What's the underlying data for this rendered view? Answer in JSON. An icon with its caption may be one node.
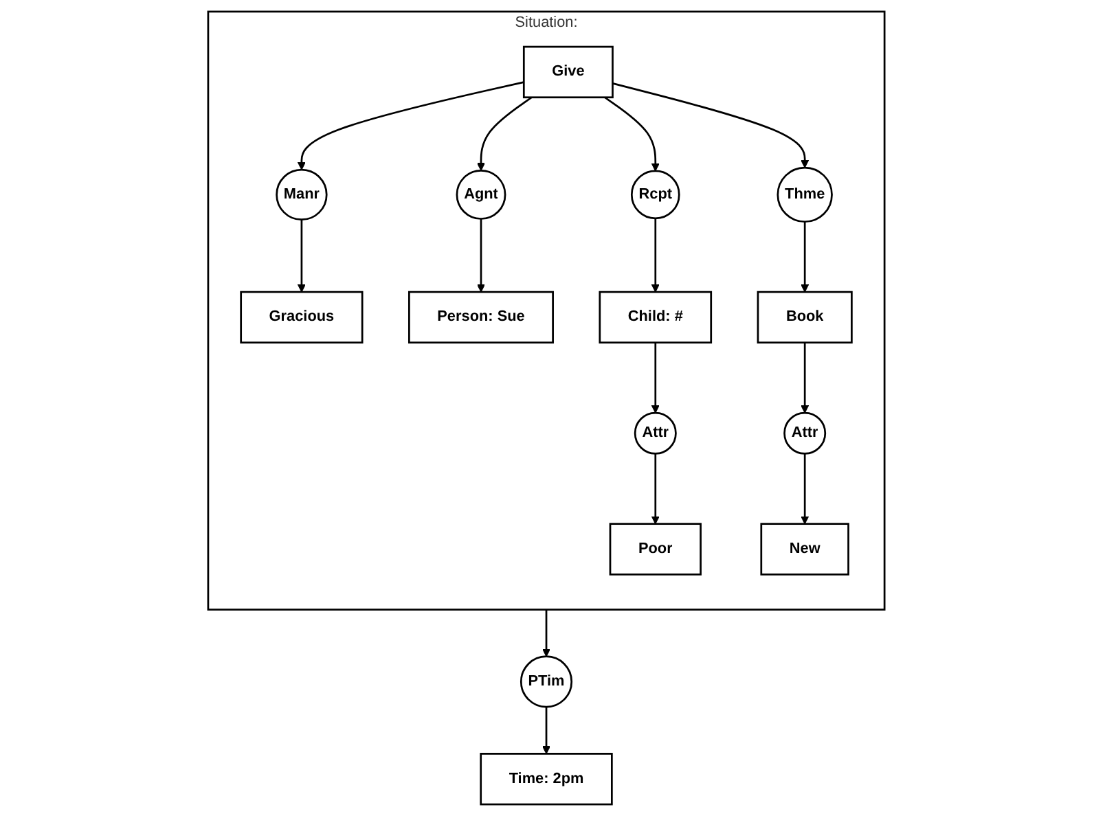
{
  "diagram": {
    "nodes": [
      {
        "text": [
          "Time: 2pm"
        ]
      },
      {
        "text": [
          "PTim"
        ]
      },
      {
        "text": [
          "Situation:"
        ]
      },
      {
        "text": [
          "Gracious"
        ],
        "in": 2
      },
      {
        "text": [
          "Manr"
        ],
        "in": 2
      },
      {
        "text": [
          "Person: Sue"
        ],
        "in": 2
      },
      {
        "text": [
          "Agnt"
        ],
        "in": 2
      },
      {
        "text": [
          "Give"
        ],
        "in": 2
      },
      {
        "text": [
          "Rcpt"
        ],
        "in": 2
      },
      {
        "text": [
          "Child: #"
        ],
        "in": 2
      },
      {
        "text": [
          "Thme"
        ],
        "in": 2
      },
      {
        "text": [
          "Attr"
        ],
        "in": 2
      },
      {
        "text": [
          "New"
        ],
        "in": 2
      },
      {
        "text": [
          "Attr"
        ],
        "in": 2
      },
      {
        "text": [
          "Book"
        ],
        "in": 2
      },
      {
        "text": [
          "Poor"
        ],
        "in": 2
      }
    ],
    "edges": [
      {
        "from": 2,
        "to": 1,
        "arrow": "to"
      },
      {
        "from": 1,
        "to": 0,
        "arrow": "to"
      },
      {
        "from": 7,
        "to": 4,
        "arrow": "to"
      },
      {
        "from": 4,
        "to": 3,
        "arrow": "to"
      },
      {
        "from": 7,
        "to": 6,
        "arrow": "to"
      },
      {
        "from": 6,
        "to": 5,
        "arrow": "to"
      },
      {
        "from": 7,
        "to": 8,
        "arrow": "to"
      },
      {
        "from": 8,
        "to": 9,
        "arrow": "to"
      },
      {
        "from": 7,
        "to": 10,
        "arrow": "to"
      },
      {
        "from": 10,
        "to": 14,
        "arrow": "to"
      },
      {
        "from": 9,
        "to": 11,
        "arrow": "to"
      },
      {
        "from": 11,
        "to": 15,
        "arrow": "to"
      },
      {
        "from": 14,
        "to": 13,
        "arrow": "to"
      },
      {
        "from": 13,
        "to": 12,
        "arrow": "to"
      }
    ]
  }
}
